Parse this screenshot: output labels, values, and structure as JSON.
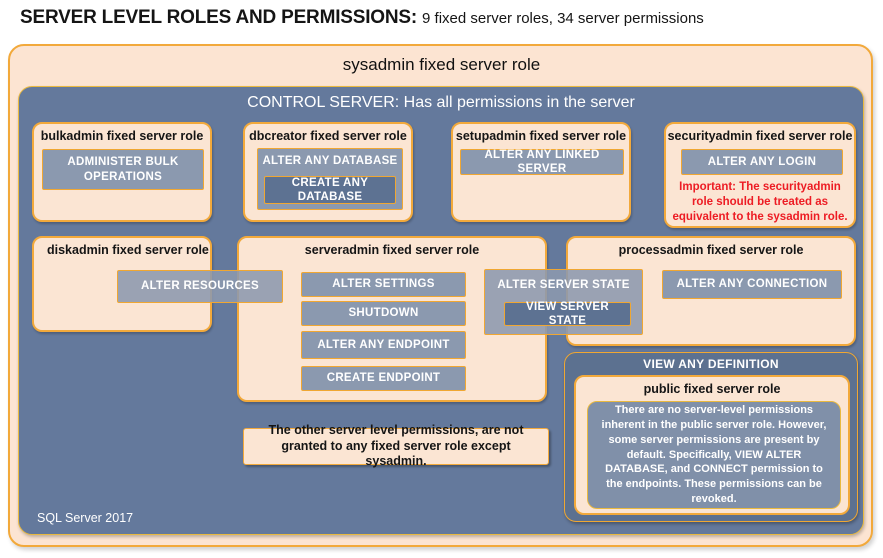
{
  "title": {
    "main": "SERVER LEVEL ROLES AND PERMISSIONS:",
    "sub": "9 fixed server roles, 34 server permissions"
  },
  "sysadmin_label": "sysadmin fixed server role",
  "control_server_label": "CONTROL SERVER: Has all permissions in the server",
  "roles": {
    "bulkadmin": {
      "label": "bulkadmin fixed server role",
      "permission": "ADMINISTER BULK OPERATIONS"
    },
    "dbcreator": {
      "label": "dbcreator fixed server role",
      "permission_outer": "ALTER ANY DATABASE",
      "permission_nested": "CREATE ANY DATABASE"
    },
    "setupadmin": {
      "label": "setupadmin fixed server role",
      "permission": "ALTER ANY LINKED SERVER"
    },
    "securityadmin": {
      "label": "securityadmin fixed server role",
      "permission": "ALTER ANY LOGIN",
      "warning": "Important: The securityadmin role should be treated as equivalent to the sysadmin role."
    },
    "diskadmin": {
      "label": "diskadmin fixed server role",
      "permission": "ALTER RESOURCES"
    },
    "serveradmin": {
      "label": "serveradmin fixed server role",
      "permissions": [
        "ALTER SETTINGS",
        "SHUTDOWN",
        "ALTER ANY ENDPOINT",
        "CREATE ENDPOINT"
      ]
    },
    "processadmin": {
      "label": "processadmin fixed server role",
      "permission": "ALTER ANY CONNECTION"
    },
    "public": {
      "label": "public fixed server role",
      "description": "There are no server-level permissions inherent in the public server role. However, some server permissions are present by default. Specifically, VIEW ALTER DATABASE, and CONNECT permission to the endpoints. These permissions can be revoked."
    }
  },
  "shared_permissions": {
    "alter_server_state": "ALTER SERVER STATE",
    "view_server_state": "VIEW SERVER STATE",
    "view_any_definition": "VIEW ANY DEFINITION"
  },
  "note": "The other server level permissions, are not granted to any fixed server role except sysadmin.",
  "footer": "SQL Server 2017",
  "colors": {
    "peach": "#FCE4D2",
    "orange_border": "#F2A93B",
    "slate_blue": "#64799C",
    "permission_fill": "#8595AD",
    "dark_fill": "#5D7292",
    "panel_dark": "#5C7190",
    "warning_red": "#ED1C24"
  }
}
